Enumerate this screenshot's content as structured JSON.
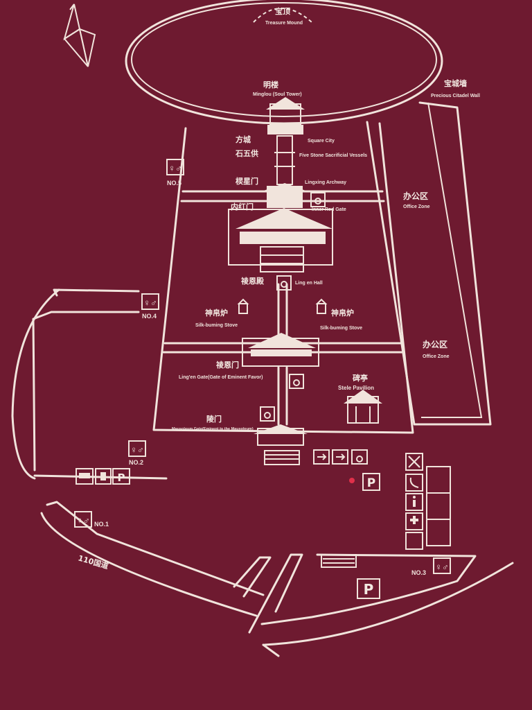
{
  "labels": {
    "treasure_mound": {
      "zh": "宝顶",
      "en": "Treasure Mound"
    },
    "minglou": {
      "zh": "明楼",
      "en": "Minglou (Soul Tower)"
    },
    "citadel_wall": {
      "zh": "宝城墙",
      "en": "Precious Citadel Wall"
    },
    "square_city": {
      "zh": "方城",
      "en": "Square City"
    },
    "five_vessels": {
      "zh": "石五供",
      "en": "Five Stone Sacrificial Vessels"
    },
    "lingxing": {
      "zh": "棂星门",
      "en": "Lingxing Archway"
    },
    "inner_red_gate": {
      "zh": "内红门",
      "en": "Inner Red Gate"
    },
    "office_zone_1": {
      "zh": "办公区",
      "en": "Office Zone"
    },
    "ling_en_hall": {
      "zh": "祾恩殿",
      "en": "Ling en Hall"
    },
    "stove_left": {
      "zh": "神帛炉",
      "en": "Silk-buming Stove"
    },
    "stove_right": {
      "zh": "神帛炉",
      "en": "Silk-buming Stove"
    },
    "office_zone_2": {
      "zh": "办公区",
      "en": "Office Zone"
    },
    "ling_en_gate": {
      "zh": "祾恩门",
      "en": "Ling'en Gate(Gate of Eminent Favor)"
    },
    "stele_pavilion": {
      "zh": "碑亭",
      "en": "Stele Pavilion"
    },
    "mausoleum_gate": {
      "zh": "陵门",
      "en": "Mausoleum Gate(Eminent to the Mausoleum)"
    },
    "road_110": {
      "zh": "110国道"
    }
  },
  "toilets": {
    "no1": "NO.1",
    "no2": "NO.2",
    "no3": "NO.3",
    "no4": "NO.4",
    "no5": "NO.5"
  },
  "parking_letter": "P",
  "icons": [
    "toilet-icon",
    "wheelchair-icon",
    "parking-icon",
    "bus-icon",
    "entrance-icon",
    "exit-icon",
    "no-entry-icon",
    "phone-icon",
    "info-icon",
    "first-aid-icon",
    "compass-icon"
  ],
  "colors": {
    "background": "#6e1a30",
    "lines": "#f1e4dc",
    "dot": "#e0304a"
  }
}
